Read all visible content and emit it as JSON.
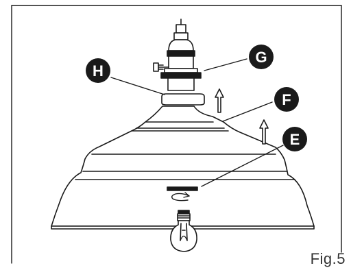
{
  "labels": {
    "G": "G",
    "H": "H",
    "F": "F",
    "E": "E"
  },
  "caption": "Fig.5",
  "colors": {
    "ink": "#1a1a1a",
    "badge_fill": "#1a1a1a",
    "badge_text": "#ffffff",
    "background": "#ffffff"
  },
  "icons": {
    "up_arrow": "up-arrow-icon",
    "rotate": "rotate-icon"
  }
}
